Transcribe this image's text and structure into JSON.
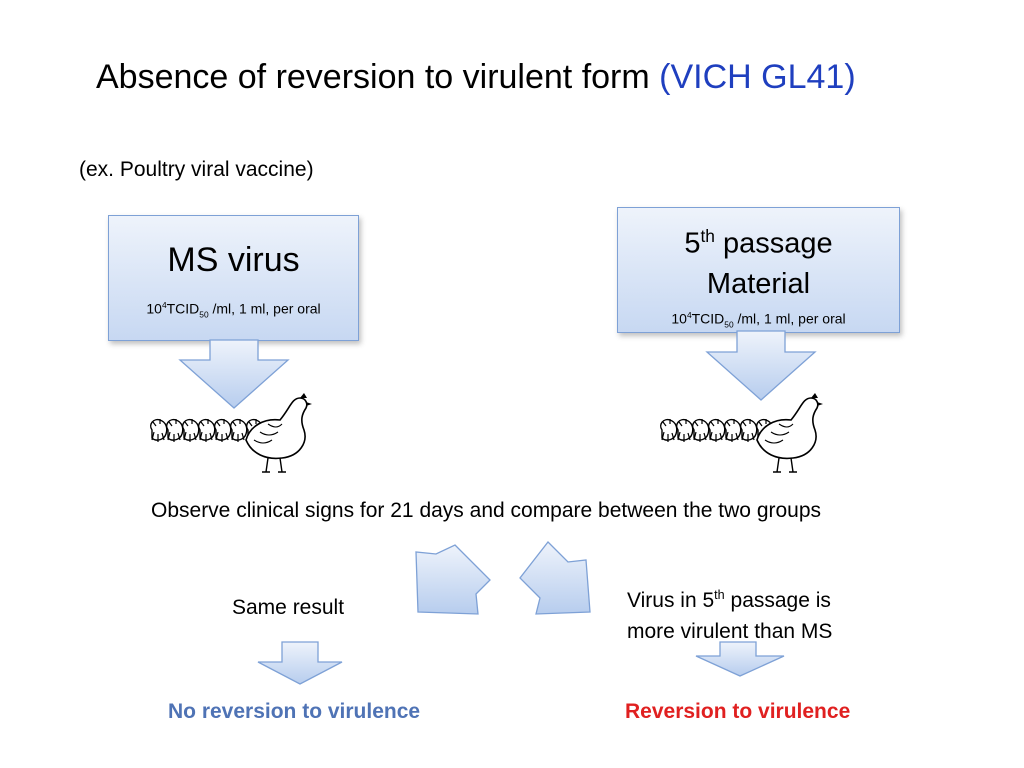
{
  "title": {
    "main": "Absence of reversion to virulent form",
    "highlight": "(VICH GL41)"
  },
  "subtitle": "(ex. Poultry viral vaccine)",
  "left_box": {
    "heading": "MS virus",
    "dose_base": "10",
    "dose_exp": "4",
    "dose_unit": "TCID",
    "dose_sub": "50",
    "dose_rest": " /ml, 1 ml, per oral"
  },
  "right_box": {
    "ordinal": "5",
    "ordinal_suffix": "th",
    "heading_rest": " passage",
    "heading_line2": "Material",
    "dose_base": "10",
    "dose_exp": "4",
    "dose_unit": "TCID",
    "dose_sub": "50",
    "dose_rest": " /ml, 1 ml, per oral"
  },
  "observe_text": "Observe clinical signs for 21 days and compare between the two groups",
  "left_branch": {
    "condition": "Same result",
    "outcome": "No reversion to virulence"
  },
  "right_branch": {
    "condition_part1": "Virus in 5",
    "condition_sup": "th",
    "condition_part2": " passage is",
    "condition_line2": "more virulent than MS",
    "outcome": "Reversion to virulence"
  },
  "colors": {
    "title_highlight": "#1f3fbf",
    "no_reversion": "#4f73b5",
    "reversion": "#e02020",
    "arrow_fill": "#c7d8f2",
    "arrow_stroke": "#7ea1d6"
  }
}
